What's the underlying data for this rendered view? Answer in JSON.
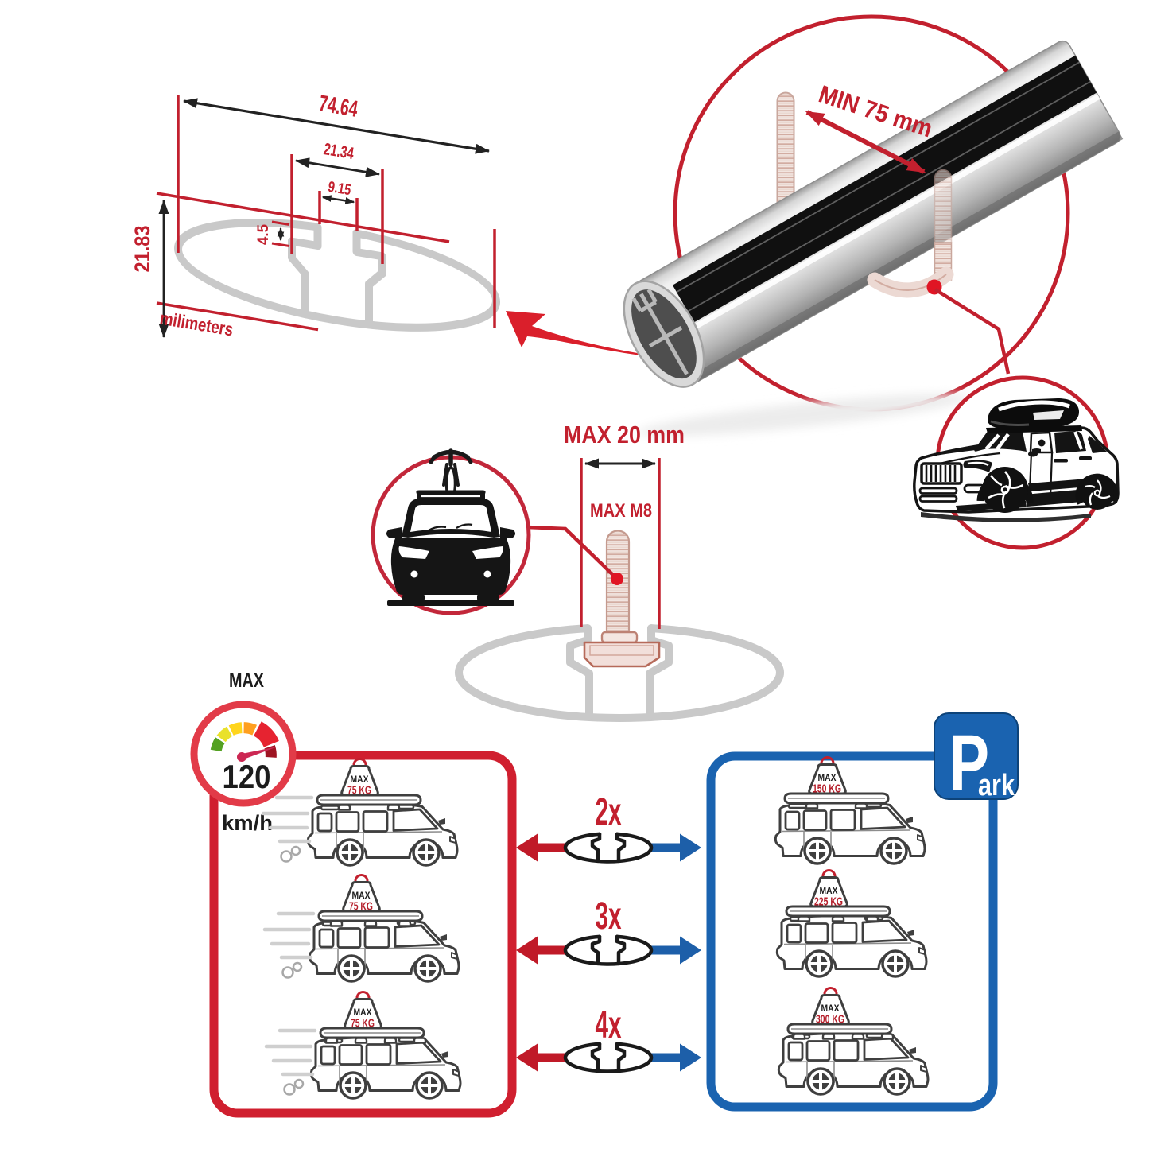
{
  "technical_drawing": {
    "width": "74.64",
    "channel_width": "21.34",
    "slot_opening": "9.15",
    "lip_depth": "4.5",
    "height": "21.83",
    "unit": "milimeters"
  },
  "bar_detail": {
    "clamp_span": "MIN 75 mm"
  },
  "bolt_detail": {
    "max_width": "MAX 20 mm",
    "max_thread": "MAX M8"
  },
  "speed_limit": {
    "label": "MAX",
    "value": "120",
    "unit": "km/h"
  },
  "bar_options": [
    {
      "label": "2x"
    },
    {
      "label": "3x"
    },
    {
      "label": "4x"
    }
  ],
  "driving_panel": {
    "cars": [
      {
        "load_label": "MAX",
        "load_value": "75 KG"
      },
      {
        "load_label": "MAX",
        "load_value": "75 KG"
      },
      {
        "load_label": "MAX",
        "load_value": "75 KG"
      }
    ]
  },
  "parking_panel": {
    "sign": {
      "letter": "P",
      "suffix": "ark"
    },
    "cars": [
      {
        "load_label": "MAX",
        "load_value": "150 KG"
      },
      {
        "load_label": "MAX",
        "load_value": "225 KG"
      },
      {
        "load_label": "MAX",
        "load_value": "300 KG"
      }
    ]
  },
  "colors": {
    "accent_red": "#c2202e",
    "accent_blue": "#1a63b0",
    "profile_gray": "#c9c9c9"
  }
}
